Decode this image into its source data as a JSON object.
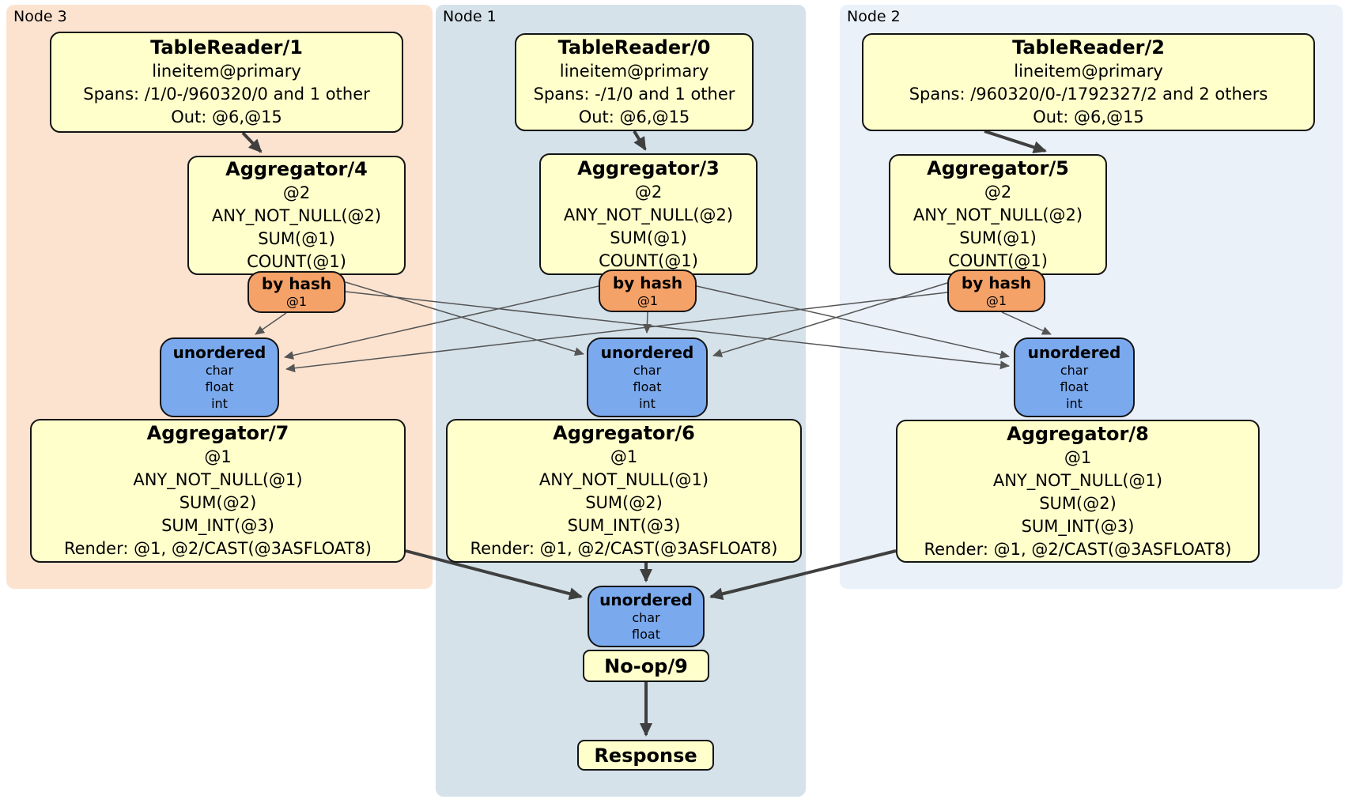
{
  "colors": {
    "node3_bg": "#fce3d0",
    "node1_bg": "#d5e2ea",
    "node2_bg": "#eaf1f9",
    "box_yellow": "#ffffcc",
    "router_orange": "#f5a269",
    "sync_blue": "#7aa9ee",
    "edge_color": "#3f3f3f"
  },
  "panels": {
    "node3": {
      "label": "Node 3"
    },
    "node1": {
      "label": "Node 1"
    },
    "node2": {
      "label": "Node 2"
    }
  },
  "boxes": {
    "tr1": {
      "title": "TableReader/1",
      "lines": [
        "lineitem@primary",
        "Spans: /1/0-/960320/0 and 1 other",
        "Out: @6,@15"
      ]
    },
    "tr0": {
      "title": "TableReader/0",
      "lines": [
        "lineitem@primary",
        "Spans: -/1/0 and 1 other",
        "Out: @6,@15"
      ]
    },
    "tr2": {
      "title": "TableReader/2",
      "lines": [
        "lineitem@primary",
        "Spans: /960320/0-/1792327/2 and 2 others",
        "Out: @6,@15"
      ]
    },
    "agg4": {
      "title": "Aggregator/4",
      "lines": [
        "@2",
        "ANY_NOT_NULL(@2)",
        "SUM(@1)",
        "COUNT(@1)"
      ]
    },
    "agg3": {
      "title": "Aggregator/3",
      "lines": [
        "@2",
        "ANY_NOT_NULL(@2)",
        "SUM(@1)",
        "COUNT(@1)"
      ]
    },
    "agg5": {
      "title": "Aggregator/5",
      "lines": [
        "@2",
        "ANY_NOT_NULL(@2)",
        "SUM(@1)",
        "COUNT(@1)"
      ]
    },
    "byhash_left": {
      "title": "by hash",
      "lines": [
        "@1"
      ]
    },
    "byhash_center": {
      "title": "by hash",
      "lines": [
        "@1"
      ]
    },
    "byhash_right": {
      "title": "by hash",
      "lines": [
        "@1"
      ]
    },
    "unordered_left": {
      "title": "unordered",
      "lines": [
        "char",
        "float",
        "int"
      ]
    },
    "unordered_center": {
      "title": "unordered",
      "lines": [
        "char",
        "float",
        "int"
      ]
    },
    "unordered_right": {
      "title": "unordered",
      "lines": [
        "char",
        "float",
        "int"
      ]
    },
    "agg7": {
      "title": "Aggregator/7",
      "lines": [
        "@1",
        "ANY_NOT_NULL(@1)",
        "SUM(@2)",
        "SUM_INT(@3)",
        "Render: @1, @2/CAST(@3ASFLOAT8)"
      ]
    },
    "agg6": {
      "title": "Aggregator/6",
      "lines": [
        "@1",
        "ANY_NOT_NULL(@1)",
        "SUM(@2)",
        "SUM_INT(@3)",
        "Render: @1, @2/CAST(@3ASFLOAT8)"
      ]
    },
    "agg8": {
      "title": "Aggregator/8",
      "lines": [
        "@1",
        "ANY_NOT_NULL(@1)",
        "SUM(@2)",
        "SUM_INT(@3)",
        "Render: @1, @2/CAST(@3ASFLOAT8)"
      ]
    },
    "unordered_bottom": {
      "title": "unordered",
      "lines": [
        "char",
        "float"
      ]
    },
    "noop": {
      "title": "No-op/9"
    },
    "response": {
      "title": "Response"
    }
  }
}
